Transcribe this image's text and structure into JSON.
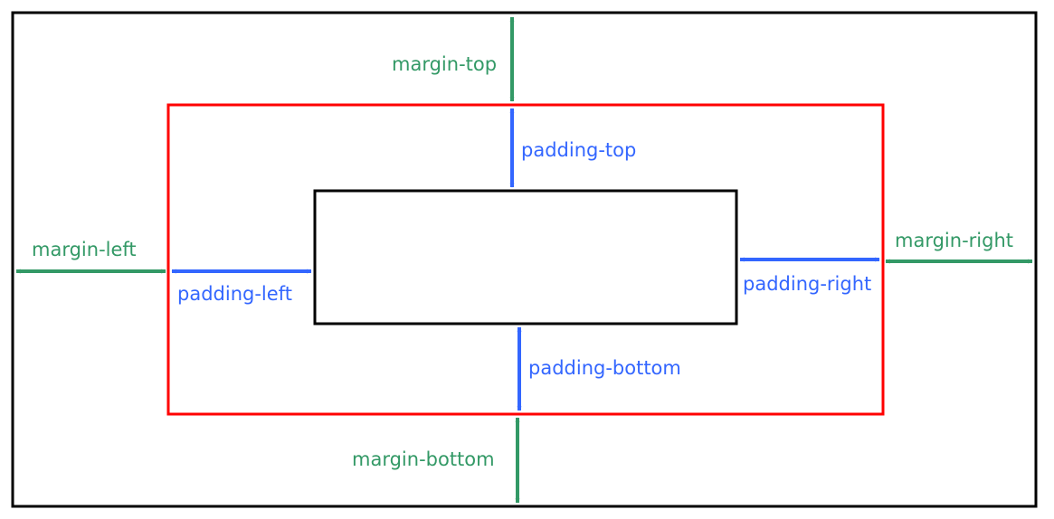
{
  "colors": {
    "margin": "#339966",
    "padding": "#3366ff",
    "border": "#ff0000",
    "outline": "#000000"
  },
  "labels": {
    "margin_top": "margin-top",
    "margin_left": "margin-left",
    "margin_right": "margin-right",
    "margin_bottom": "margin-bottom",
    "padding_top": "padding-top",
    "padding_left": "padding-left",
    "padding_right": "padding-right",
    "padding_bottom": "padding-bottom"
  }
}
